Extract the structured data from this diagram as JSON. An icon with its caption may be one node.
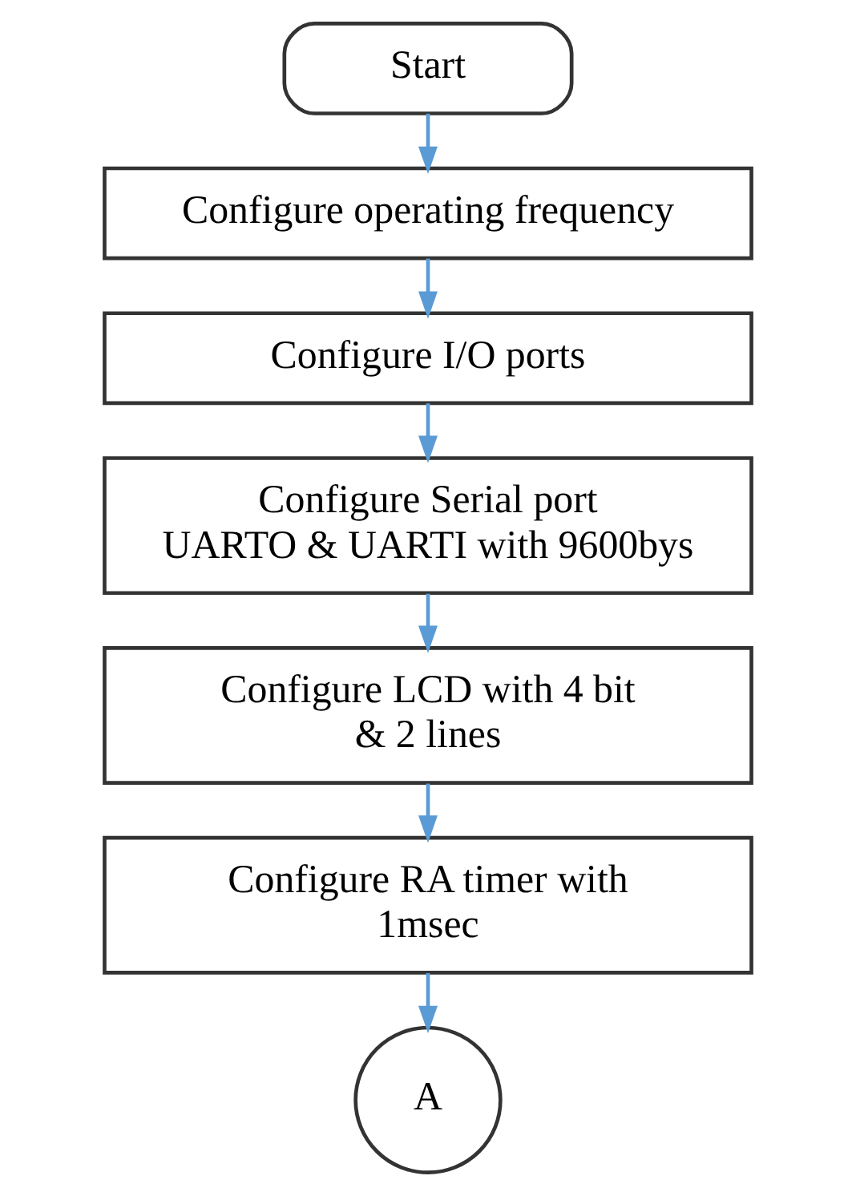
{
  "diagram": {
    "nodes": [
      {
        "text": [
          "Start"
        ]
      },
      {
        "text": [
          "Configure operating frequency"
        ]
      },
      {
        "text": [
          "Configure I/O ports"
        ]
      },
      {
        "text": [
          "Configure Serial port UARTO & UARTI with 9600bys"
        ]
      },
      {
        "text": [
          "Configure LCD with 4 bit & 2 lines"
        ]
      },
      {
        "text": [
          "Configure RA timer with 1msec"
        ]
      },
      {
        "text": [
          "A"
        ]
      }
    ],
    "edges": [
      {
        "from": 0,
        "to": 1,
        "arrow": "to"
      },
      {
        "from": 1,
        "to": 2,
        "arrow": "to"
      },
      {
        "from": 2,
        "to": 3,
        "arrow": "to"
      },
      {
        "from": 3,
        "to": 4,
        "arrow": "to"
      },
      {
        "from": 4,
        "to": 5,
        "arrow": "to"
      },
      {
        "from": 5,
        "to": 6,
        "arrow": "to"
      }
    ]
  }
}
